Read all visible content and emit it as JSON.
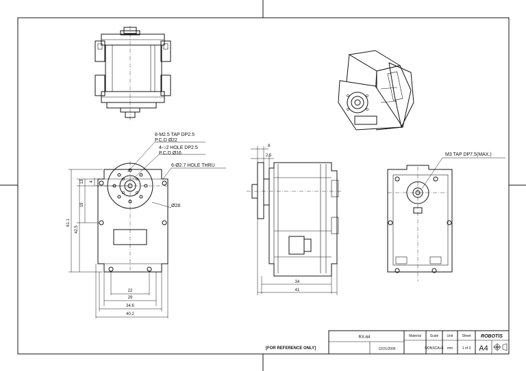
{
  "callouts": {
    "tap_holes": "8-M2.5 TAP DP2.5",
    "tap_pcd": "P.C.D  Ø22",
    "holes": "4-○2 HOLE DP2.5",
    "holes_pcd": "P.C.D  Ø16",
    "thru_holes": "6-Ø2.7 HOLE THRU",
    "horn_dia": "Ø28",
    "m3_tap": "M3 TAP DP7.5(MAX.)"
  },
  "front_dims": {
    "h1": "13",
    "h2": "4",
    "h3": "19",
    "h4": "42.5",
    "h5": "61.1",
    "w1": "22",
    "w2": "29",
    "w3": "34.6",
    "w4": "40.2"
  },
  "side_dims": {
    "d1": "8",
    "d2": "2.5",
    "w1": "34",
    "w2": "41"
  },
  "note": "[FOR REFERENCE ONLY]",
  "title_block": {
    "part": "RX-64",
    "material_label": "Material",
    "scale_label": "Scale",
    "unit_label": "Unit",
    "sheet_label": "Sheet",
    "brand": "ROBOTIS",
    "scale_value": "NONSCALE",
    "unit_value": "mm",
    "sheet_value": "1 of 3",
    "size": "A4",
    "date": "12/21/2006"
  }
}
